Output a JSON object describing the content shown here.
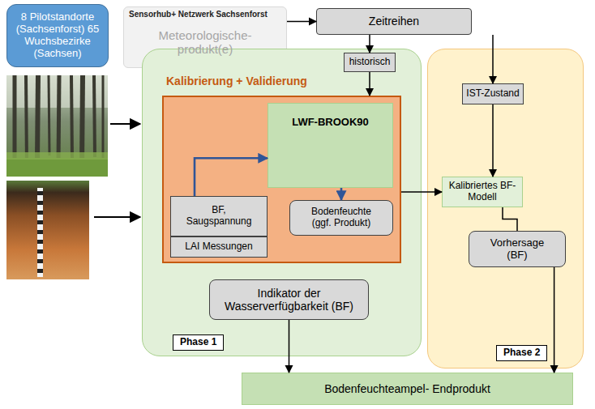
{
  "diagram": {
    "nodes": [
      {
        "text": [
          "8 Pilotstandorte (Sachsenforst) 65 Wuchsbezirke (Sachsen)"
        ]
      },
      {
        "text": [
          "Sensorhub+ Netzwerk Sachsenforst",
          "Meteorologische- produkt(e)"
        ]
      },
      {
        "text": [
          "Zeitreihen"
        ]
      },
      {
        "text": [
          "Phase 1"
        ]
      },
      {
        "text": [
          "historisch"
        ],
        "in": 3
      },
      {
        "text": [
          "Kalibrierung + Validierung"
        ],
        "in": 3
      },
      {
        "text": [
          "LWF-BROOK90"
        ],
        "in": 5
      },
      {
        "text": [
          "Bodenfeuchte (ggf. Produkt)"
        ],
        "in": 5
      },
      {
        "text": [
          "BF, Saugspannung"
        ],
        "in": 5
      },
      {
        "text": [
          "LAI Messungen"
        ],
        "in": 5
      },
      {
        "text": [
          "Indikator der Wasserverfügbarkeit (BF)"
        ],
        "in": 3
      },
      {
        "text": [
          "Phase 2"
        ]
      },
      {
        "text": [
          "IST-Zustand"
        ],
        "in": 11
      },
      {
        "text": [
          "Kalibriertes BF-Modell"
        ],
        "in": 11
      },
      {
        "text": [
          "Vorhersage (BF)"
        ],
        "in": 11
      },
      {
        "text": [
          "Bodenfeuchteampel- Endprodukt"
        ]
      }
    ],
    "edges": [
      {
        "from": 1,
        "to": 2,
        "arrow": "to"
      },
      {
        "from": 2,
        "to": 4,
        "arrow": "to"
      },
      {
        "from": 2,
        "to": 12,
        "arrow": "to"
      },
      {
        "from": 4,
        "to": 5,
        "arrow": "to"
      },
      {
        "from": 12,
        "to": 13,
        "arrow": "to"
      },
      {
        "from": 6,
        "to": 7,
        "arrow": "to"
      },
      {
        "from": 8,
        "to": 6,
        "arrow": "to"
      },
      {
        "from": 5,
        "to": 13,
        "arrow": "to"
      },
      {
        "from": 13,
        "to": 14,
        "arrow": "none"
      },
      {
        "from": 10,
        "to": 15,
        "arrow": "to"
      },
      {
        "from": 14,
        "to": 15,
        "arrow": "to"
      }
    ]
  }
}
